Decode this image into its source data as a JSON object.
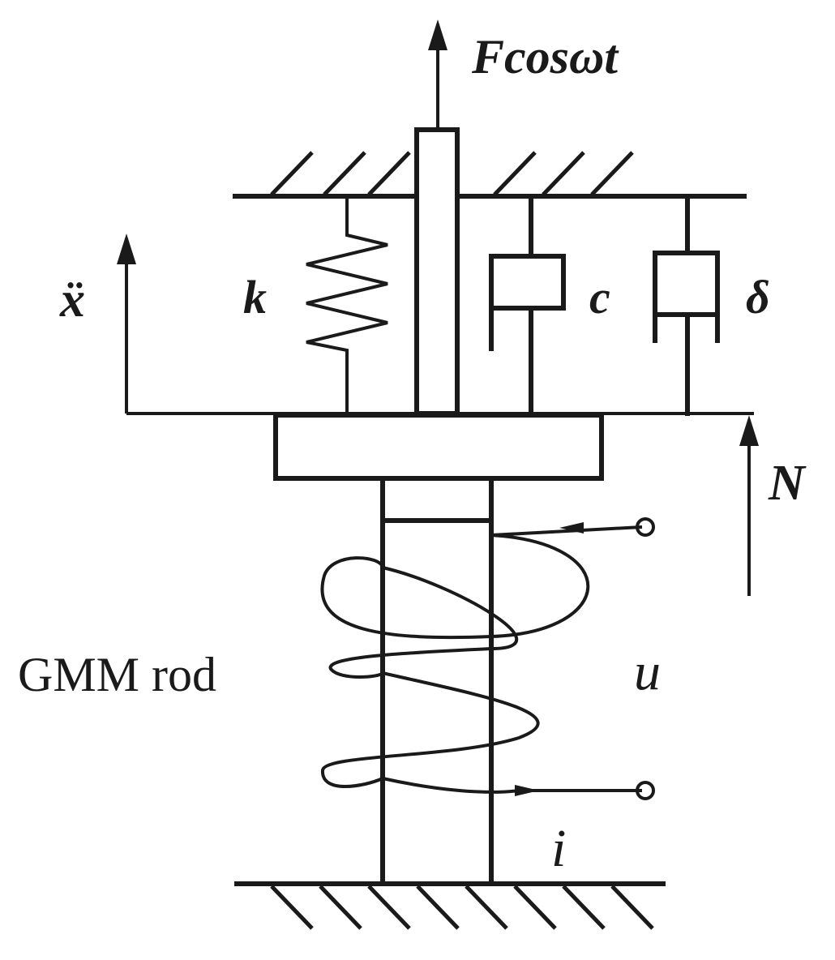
{
  "labels": {
    "force": "Fcosωt",
    "acceleration": "ẍ",
    "spring": "k",
    "damper": "c",
    "damper2": "δ",
    "normal_force": "N",
    "voltage": "u",
    "current": "i",
    "rod": "GMM rod"
  },
  "colors": {
    "line": "#1a1a1a",
    "background": "#ffffff"
  }
}
